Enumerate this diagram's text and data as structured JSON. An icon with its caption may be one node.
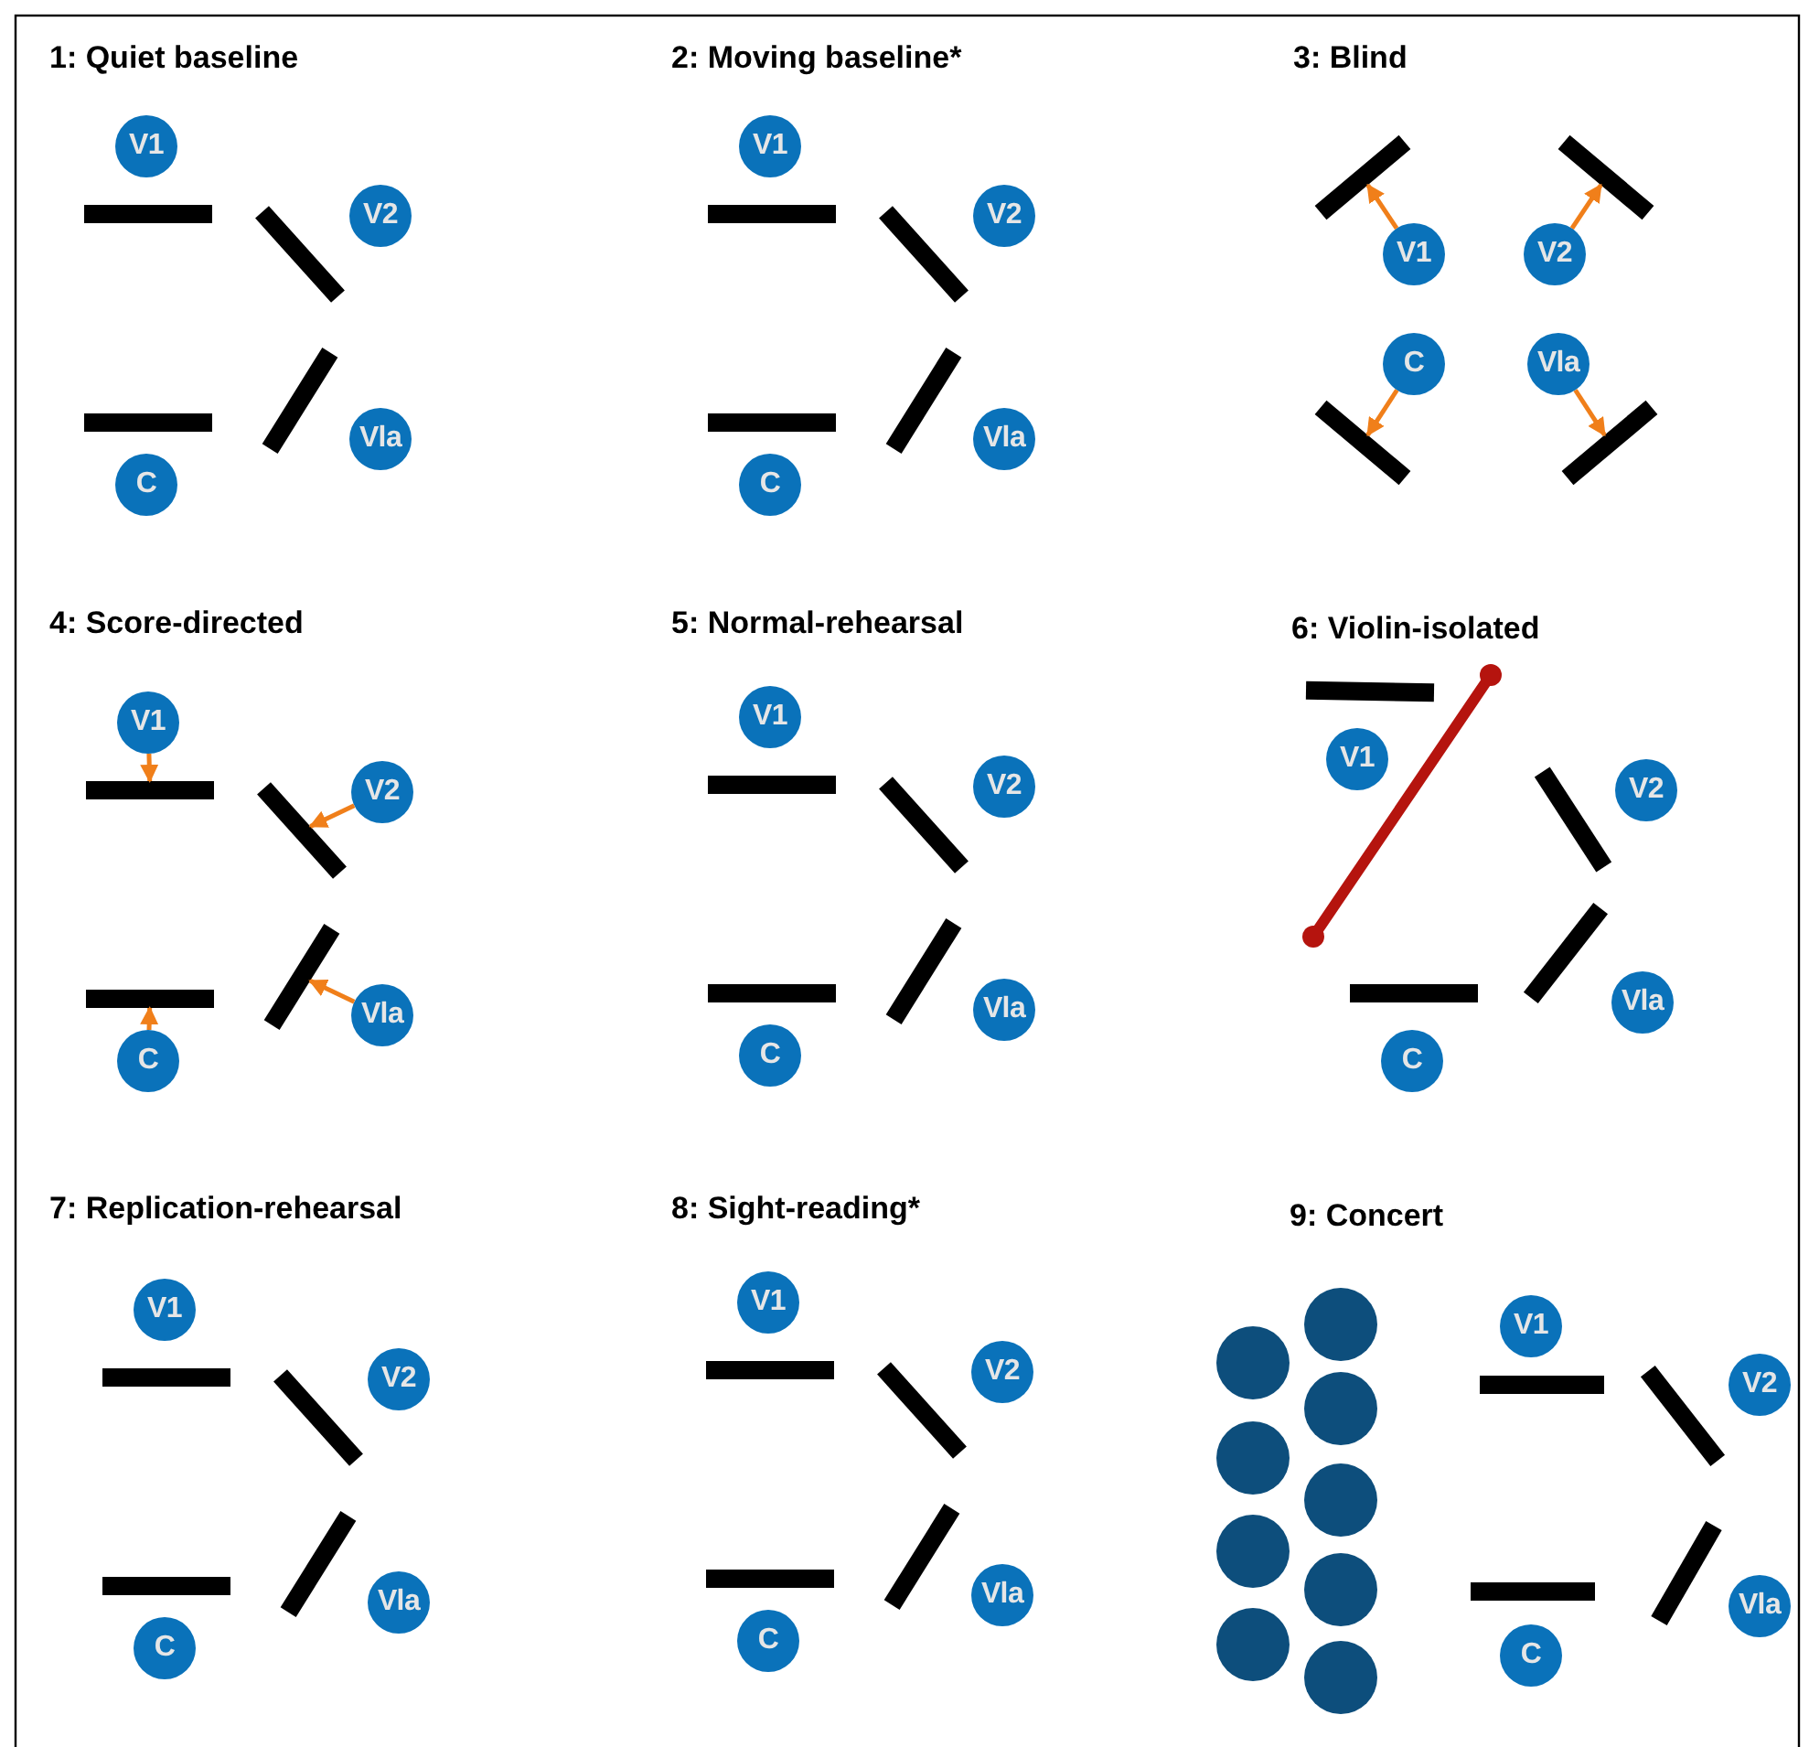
{
  "diagram": {
    "nodes": [
      {
        "text": [
          "V1"
        ]
      },
      {
        "text": [],
        "shape": "bar"
      },
      {
        "text": [
          "V2"
        ]
      },
      {
        "text": [],
        "shape": "bar"
      },
      {
        "text": [],
        "shape": "bar"
      },
      {
        "text": [
          "C"
        ]
      },
      {
        "text": [],
        "shape": "bar"
      },
      {
        "text": [
          "Vla"
        ]
      },
      {
        "text": [
          "V1"
        ]
      },
      {
        "text": [],
        "shape": "bar"
      },
      {
        "text": [
          "V2"
        ]
      },
      {
        "text": [],
        "shape": "bar"
      },
      {
        "text": [],
        "shape": "bar"
      },
      {
        "text": [
          "C"
        ]
      },
      {
        "text": [],
        "shape": "bar"
      },
      {
        "text": [
          "Vla"
        ]
      },
      {
        "text": [
          "V1"
        ]
      },
      {
        "text": [],
        "shape": "bar"
      },
      {
        "text": [
          "V2"
        ]
      },
      {
        "text": [],
        "shape": "bar"
      },
      {
        "text": [],
        "shape": "bar"
      },
      {
        "text": [
          "C"
        ]
      },
      {
        "text": [],
        "shape": "bar"
      },
      {
        "text": [
          "Vla"
        ]
      },
      {
        "text": [
          "V1"
        ]
      },
      {
        "text": [],
        "shape": "bar"
      },
      {
        "text": [
          "V2"
        ]
      },
      {
        "text": [],
        "shape": "bar"
      },
      {
        "text": [],
        "shape": "bar"
      },
      {
        "text": [
          "C"
        ]
      },
      {
        "text": [],
        "shape": "bar"
      },
      {
        "text": [
          "Vla"
        ]
      },
      {
        "text": [
          "V1"
        ]
      },
      {
        "text": [],
        "shape": "bar"
      },
      {
        "text": [
          "V2"
        ]
      },
      {
        "text": [],
        "shape": "bar"
      },
      {
        "text": [],
        "shape": "bar"
      },
      {
        "text": [
          "C"
        ]
      },
      {
        "text": [],
        "shape": "bar"
      },
      {
        "text": [
          "Vla"
        ]
      },
      {
        "text": [
          "V1"
        ]
      },
      {
        "text": [],
        "shape": "bar"
      },
      {
        "text": [
          "V2"
        ]
      },
      {
        "text": [],
        "shape": "bar"
      },
      {
        "text": [],
        "shape": "bar"
      },
      {
        "text": [
          "C"
        ]
      },
      {
        "text": [],
        "shape": "bar"
      },
      {
        "text": [
          "Vla"
        ]
      },
      {
        "text": [
          "V1"
        ]
      },
      {
        "text": [],
        "shape": "bar"
      },
      {
        "text": [
          "V2"
        ]
      },
      {
        "text": [],
        "shape": "bar"
      },
      {
        "text": [],
        "shape": "bar"
      },
      {
        "text": [
          "C"
        ]
      },
      {
        "text": [],
        "shape": "bar"
      },
      {
        "text": [
          "Vla"
        ]
      },
      {
        "text": [
          "V1"
        ]
      },
      {
        "text": [],
        "shape": "bar"
      },
      {
        "text": [
          "V2"
        ]
      },
      {
        "text": [],
        "shape": "bar"
      },
      {
        "text": [],
        "shape": "bar"
      },
      {
        "text": [
          "C"
        ]
      },
      {
        "text": [],
        "shape": "bar"
      },
      {
        "text": [
          "Vla"
        ]
      },
      {
        "text": [],
        "shape": "circle"
      },
      {
        "text": [],
        "shape": "circle"
      },
      {
        "text": [],
        "shape": "circle"
      },
      {
        "text": [],
        "shape": "circle"
      },
      {
        "text": [],
        "shape": "circle"
      },
      {
        "text": [],
        "shape": "circle"
      },
      {
        "text": [],
        "shape": "circle"
      },
      {
        "text": [],
        "shape": "circle"
      },
      {
        "text": [],
        "shape": "circle"
      },
      {
        "text": [
          "V1"
        ]
      },
      {
        "text": [],
        "shape": "bar"
      },
      {
        "text": [
          "V2"
        ]
      },
      {
        "text": [],
        "shape": "bar"
      },
      {
        "text": [],
        "shape": "bar"
      },
      {
        "text": [
          "C"
        ]
      },
      {
        "text": [],
        "shape": "bar"
      },
      {
        "text": [
          "Vla"
        ]
      }
    ],
    "edges": [
      {
        "from": 16,
        "to": 17,
        "arrow": "to"
      },
      {
        "from": 18,
        "to": 19,
        "arrow": "to"
      },
      {
        "from": 21,
        "to": 20,
        "arrow": "to"
      },
      {
        "from": 23,
        "to": 22,
        "arrow": "to"
      },
      {
        "from": 24,
        "to": 25,
        "arrow": "to"
      },
      {
        "from": 26,
        "to": 27,
        "arrow": "to"
      },
      {
        "from": 29,
        "to": 28,
        "arrow": "to"
      },
      {
        "from": 31,
        "to": 30,
        "arrow": "to"
      }
    ],
    "labels": [
      "1: Quiet baseline",
      "2: Moving baseline*",
      "3: Blind",
      "4: Score-directed",
      "5: Normal-rehearsal",
      "6: Violin-isolated",
      "7: Replication-rehearsal",
      "8: Sight-reading*",
      "9: Concert"
    ]
  }
}
